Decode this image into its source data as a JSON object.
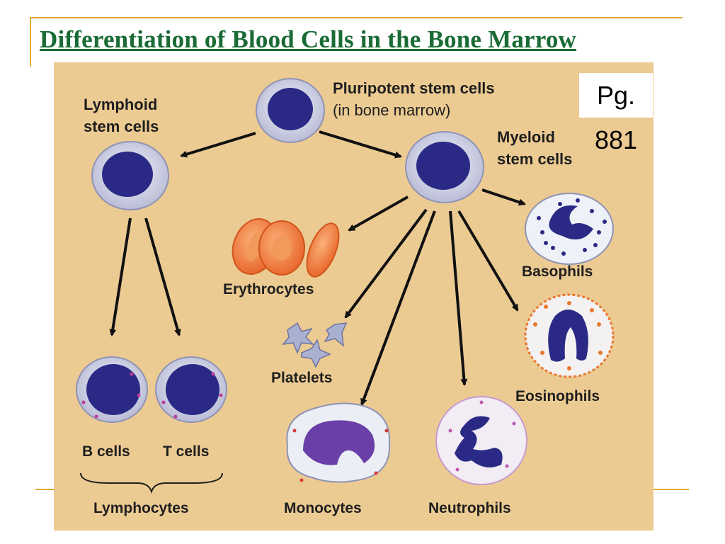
{
  "slide": {
    "title": "Differentiation of Blood Cells in the Bone Marrow",
    "page_ref": "Pg. 881"
  },
  "diagram": {
    "labels": {
      "pluripotent_line1": "Pluripotent stem cells",
      "pluripotent_line2": "(in bone marrow)",
      "lymphoid_line1": "Lymphoid",
      "lymphoid_line2": "stem cells",
      "myeloid_line1": "Myeloid",
      "myeloid_line2": "stem cells",
      "erythrocytes": "Erythrocytes",
      "platelets": "Platelets",
      "basophils": "Basophils",
      "eosinophils": "Eosinophils",
      "b_cells": "B cells",
      "t_cells": "T cells",
      "lymphocytes": "Lymphocytes",
      "monocytes": "Monocytes",
      "neutrophils": "Neutrophils"
    },
    "colors": {
      "background": "#eccb93",
      "nucleus": "#2a2a86",
      "erythrocyte": "#ee7a35",
      "title": "#1a6b35",
      "accent_line": "#e0a82e"
    }
  }
}
